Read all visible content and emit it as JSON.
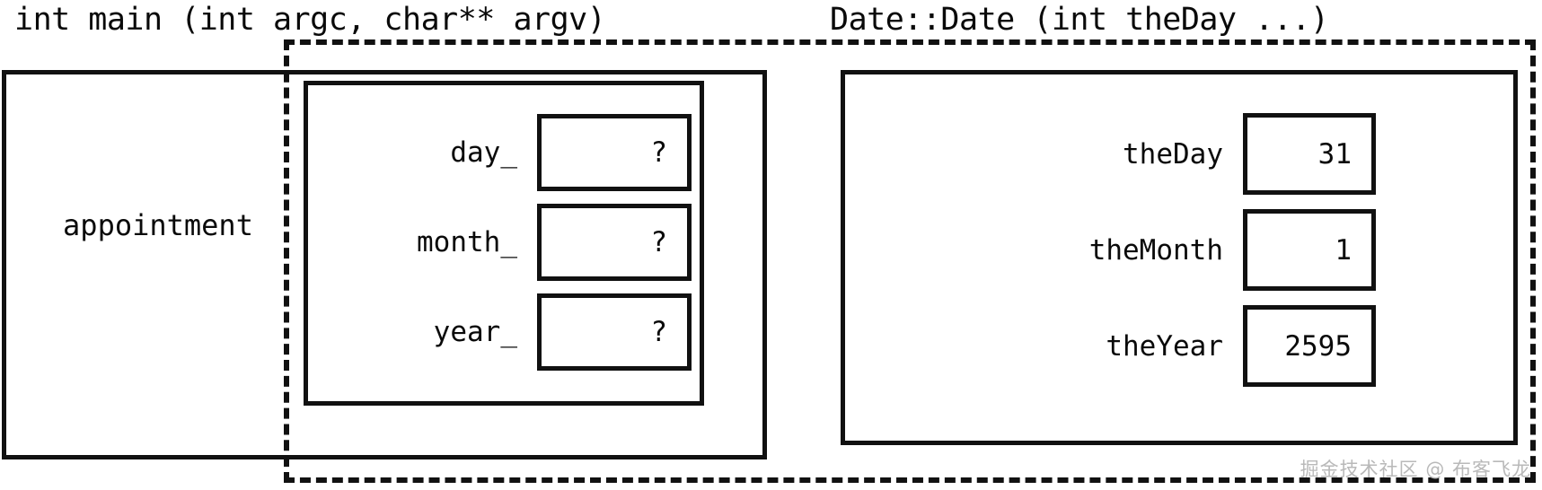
{
  "diagram": {
    "type": "memory-object-diagram",
    "watermark": "掘金技术社区 @ 布客飞龙"
  },
  "frames": {
    "main": {
      "title": "int main (int argc, char** argv)",
      "variable_label": "appointment"
    },
    "constructor": {
      "title": "Date::Date (int theDay ...)"
    }
  },
  "object": {
    "members": [
      {
        "name": "day_",
        "value": "?"
      },
      {
        "name": "month_",
        "value": "?"
      },
      {
        "name": "year_",
        "value": "?"
      }
    ]
  },
  "constructor_params": {
    "members": [
      {
        "name": "theDay",
        "value": "31"
      },
      {
        "name": "theMonth",
        "value": "1"
      },
      {
        "name": "theYear",
        "value": "2595"
      }
    ]
  },
  "colors": {
    "stroke": "#111111",
    "text": "#0a0a0a",
    "background": "#ffffff",
    "watermark": "#b9b9b9"
  }
}
